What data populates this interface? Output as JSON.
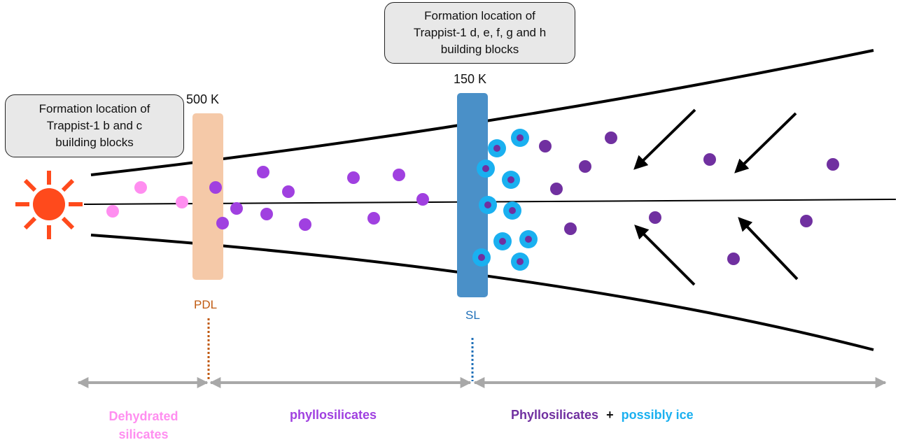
{
  "callouts": {
    "outer": [
      "Formation location of",
      "Trappist-1 d, e, f, g  and h",
      "building blocks"
    ],
    "inner": [
      "Formation location of",
      "Trappist-1 b and c",
      "building blocks"
    ]
  },
  "temperatures": {
    "pdl": "500 K",
    "sl": "150 K"
  },
  "lines": {
    "pdl": "PDL",
    "sl": "SL"
  },
  "regions": {
    "dehydrated": [
      "Dehydrated",
      "silicates"
    ],
    "middle": "phyllosilicates",
    "outer": "Phyllosilicates",
    "plus": "+",
    "ice": "possibly ice"
  },
  "colors": {
    "star": "#ff4a1c",
    "dehydrated": "#ff8ef0",
    "phyllosilicate_middle": "#a040e0",
    "phyllosilicate_outer": "#7030a0",
    "ice": "#1ab0f0",
    "pdl_band": "#f5c9a8",
    "pdl_text": "#c05a10",
    "sl_band": "#4a90c8",
    "sl_text": "#2070b8",
    "arrow_gray": "#a8a8a8"
  },
  "icons": {
    "star": "sun-icon",
    "inflow": "arrow-icon"
  }
}
